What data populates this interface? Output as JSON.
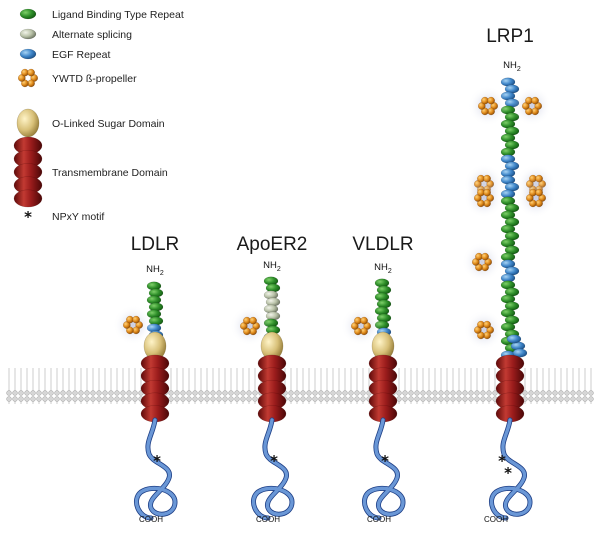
{
  "legend": {
    "items": [
      {
        "label": "Ligand Binding Type Repeat",
        "icon": "ligand-binding-repeat-icon"
      },
      {
        "label": "Alternate splicing",
        "icon": "alternate-splicing-icon"
      },
      {
        "label": "EGF Repeat",
        "icon": "egf-repeat-icon"
      },
      {
        "label": "YWTD ß-propeller",
        "icon": "ywtd-propeller-icon"
      },
      {
        "label": "O-Linked Sugar Domain",
        "icon": "o-linked-sugar-icon"
      },
      {
        "label": "Transmembrane Domain",
        "icon": "transmembrane-domain-icon"
      },
      {
        "label": "NPxY motif",
        "icon": "npxy-asterisk-icon"
      }
    ]
  },
  "labels": {
    "nh": "NH",
    "nh_sub": "2",
    "cooh": "COOH",
    "star": "*"
  },
  "receptors": [
    {
      "name": "LDLR"
    },
    {
      "name": "ApoER2"
    },
    {
      "name": "VLDLR"
    },
    {
      "name": "LRP1"
    }
  ],
  "colors": {
    "ligand_green": "#2f8f2a",
    "alt_splice": "#b9c2a8",
    "egf_blue": "#3f86c9",
    "propeller_orange": "#e08a1a",
    "sugar_gold": "#d8c078",
    "transmembrane_red": "#9b1c1c",
    "tail_blue": "#6a97d6"
  }
}
